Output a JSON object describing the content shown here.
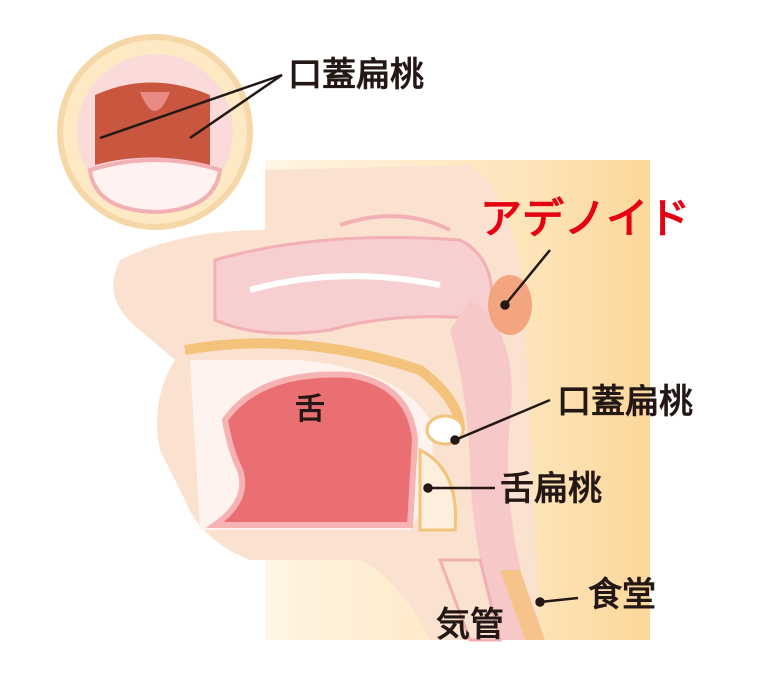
{
  "labels": {
    "palatine_tonsil_inset": "口蓋扁桃",
    "adenoid": "アデノイド",
    "palatine_tonsil": "口蓋扁桃",
    "lingual_tonsil": "舌扁桃",
    "tongue": "舌",
    "esophagus": "食堂",
    "trachea": "気管"
  },
  "colors": {
    "adenoid_label": "#e60012",
    "label_text": "#231815",
    "background_panel": "#fde9c4",
    "tissue_pink": "#f6c3c0",
    "tongue": "#e96f73",
    "tonsil_dark": "#c9573f"
  }
}
